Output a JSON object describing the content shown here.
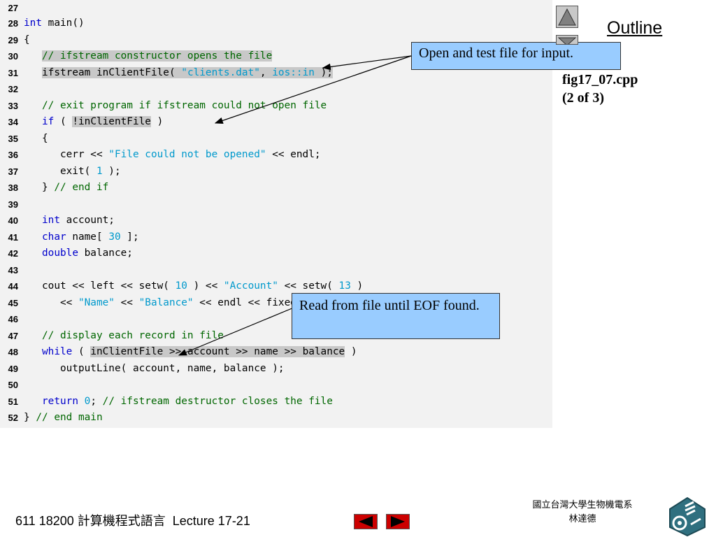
{
  "slide": {
    "outline_label": "Outline",
    "fig_name": "fig17_07.cpp",
    "fig_page": "(2 of 3)",
    "footer": "611 18200 計算機程式語言  Lecture 17-21",
    "university_line1": "國立台灣大學生物機電系",
    "university_line2": "林達德"
  },
  "callouts": {
    "open_file": "Open and test file for input.",
    "read_eof": "Read from file until EOF found."
  },
  "code_lines": [
    {
      "n": "27",
      "t": ""
    },
    {
      "n": "28",
      "t": "int main()"
    },
    {
      "n": "29",
      "t": "{"
    },
    {
      "n": "30",
      "t": "   // ifstream constructor opens the file"
    },
    {
      "n": "31",
      "t": "   ifstream inClientFile( \"clients.dat\", ios::in );"
    },
    {
      "n": "32",
      "t": ""
    },
    {
      "n": "33",
      "t": "   // exit program if ifstream could not open file"
    },
    {
      "n": "34",
      "t": "   if ( !inClientFile )"
    },
    {
      "n": "35",
      "t": "   {"
    },
    {
      "n": "36",
      "t": "      cerr << \"File could not be opened\" << endl;"
    },
    {
      "n": "37",
      "t": "      exit( 1 );"
    },
    {
      "n": "38",
      "t": "   } // end if"
    },
    {
      "n": "39",
      "t": ""
    },
    {
      "n": "40",
      "t": "   int account;"
    },
    {
      "n": "41",
      "t": "   char name[ 30 ];"
    },
    {
      "n": "42",
      "t": "   double balance;"
    },
    {
      "n": "43",
      "t": ""
    },
    {
      "n": "44",
      "t": "   cout << left << setw( 10 ) << \"Account\" << setw( 13 )"
    },
    {
      "n": "45",
      "t": "      << \"Name\" << \"Balance\" << endl << fixed << showpoint;"
    },
    {
      "n": "46",
      "t": ""
    },
    {
      "n": "47",
      "t": "   // display each record in file"
    },
    {
      "n": "48",
      "t": "   while ( inClientFile >> account >> name >> balance )"
    },
    {
      "n": "49",
      "t": "      outputLine( account, name, balance );"
    },
    {
      "n": "50",
      "t": ""
    },
    {
      "n": "51",
      "t": "   return 0; // ifstream destructor closes the file"
    },
    {
      "n": "52",
      "t": "} // end main"
    }
  ],
  "colors": {
    "keyword": "#0000cc",
    "comment": "#006600",
    "literal": "#0099cc",
    "callout_bg": "#99ccff",
    "highlight": "#c8c8c8",
    "nav_arrow": "#cc0000"
  }
}
